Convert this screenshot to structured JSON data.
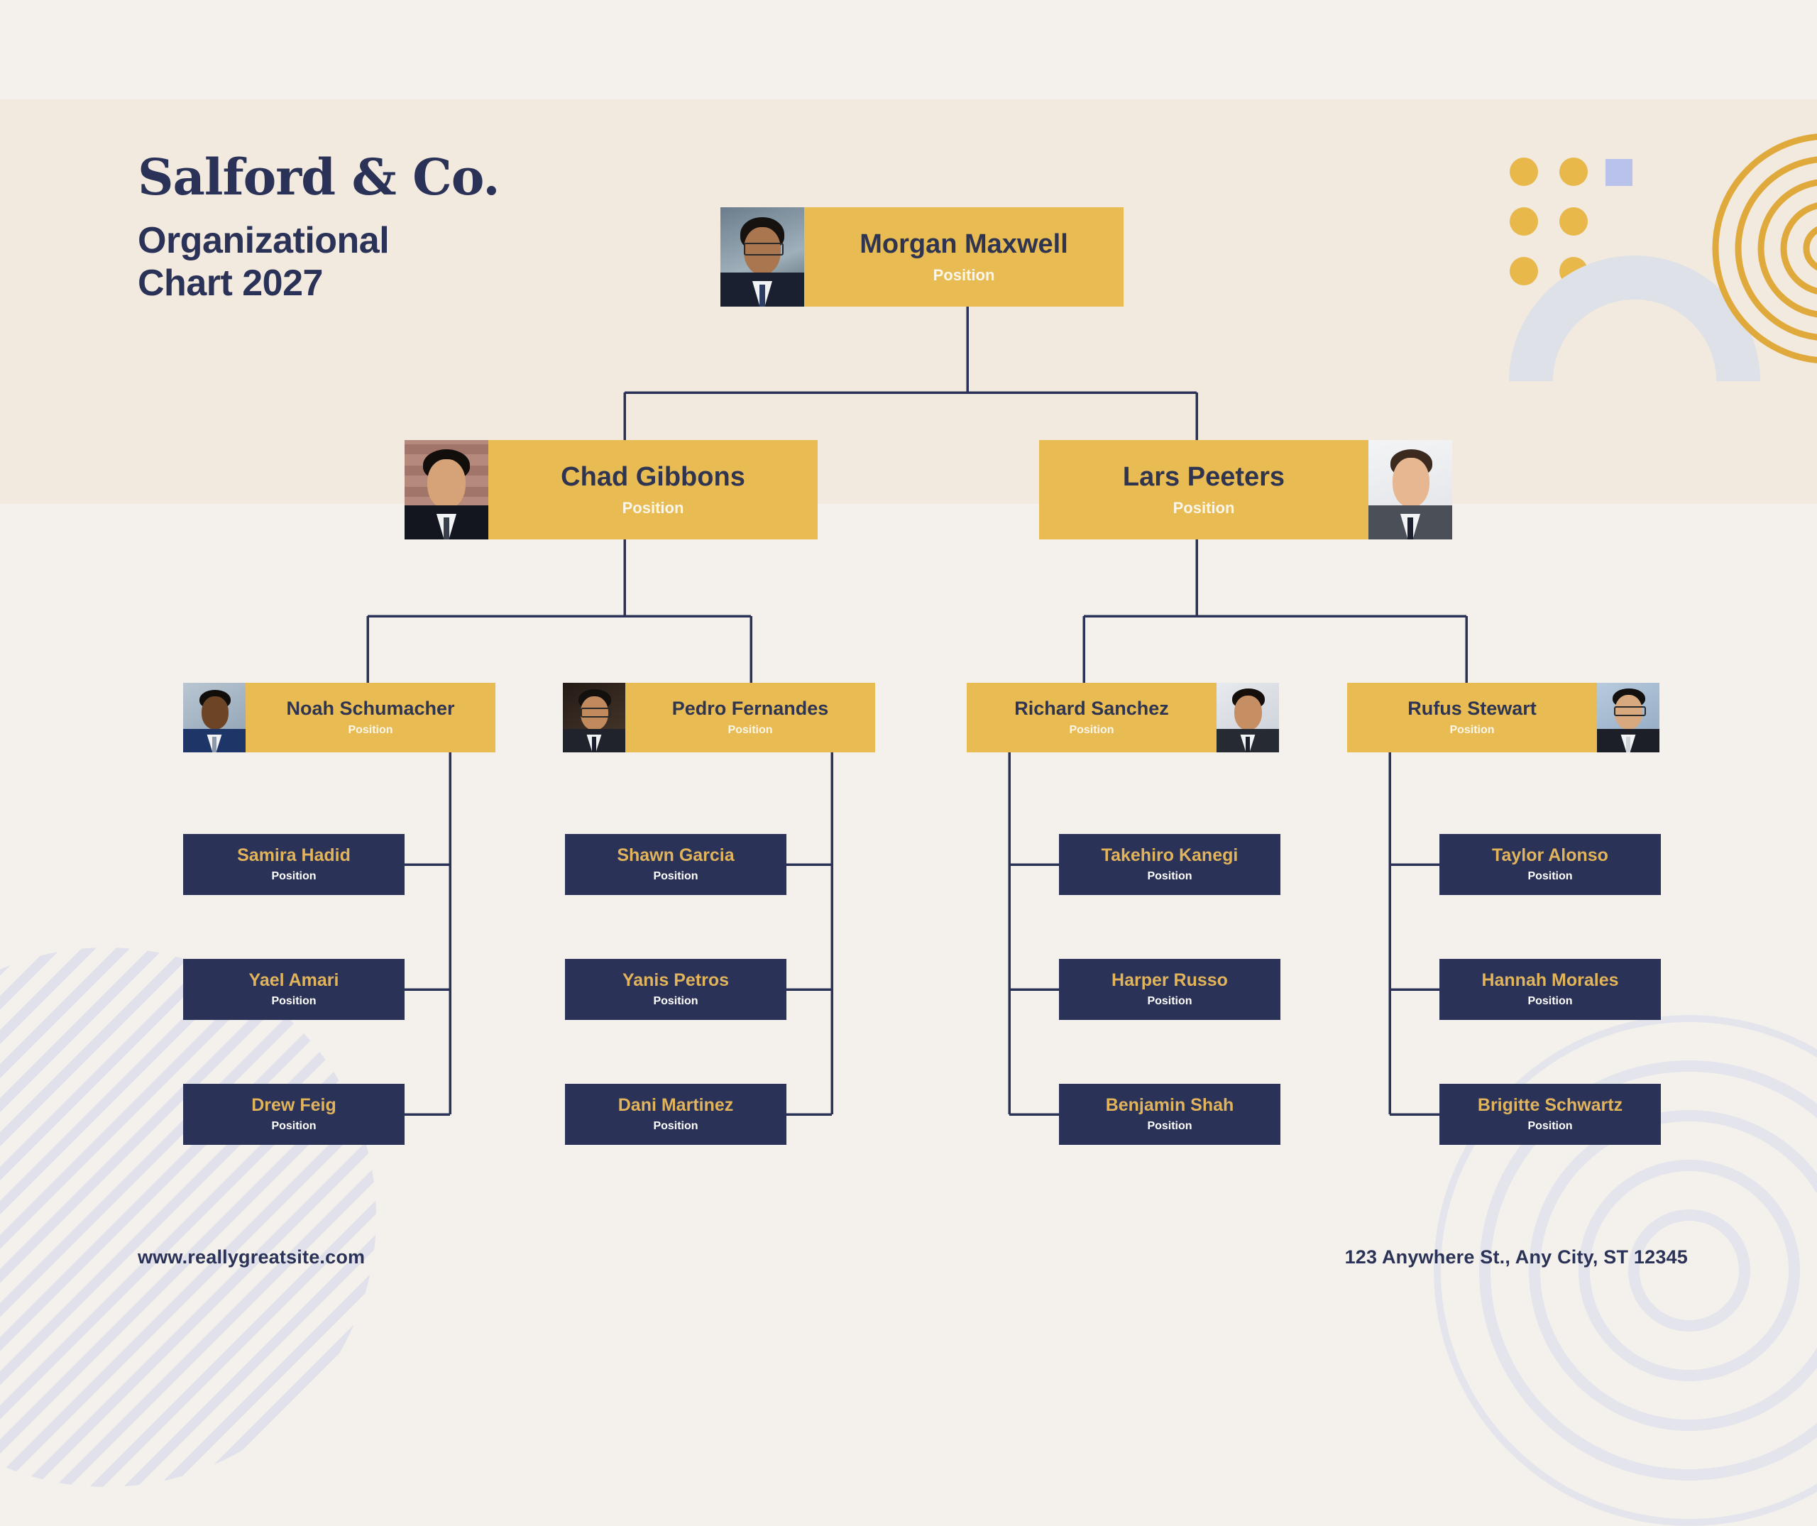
{
  "header": {
    "brand": "Salford & Co.",
    "subtitle_line1": "Organizational",
    "subtitle_line2": "Chart 2027"
  },
  "footer": {
    "website": "www.reallygreatsite.com",
    "address": "123 Anywhere St., Any City, ST 12345"
  },
  "colors": {
    "page_background": "#f4f1ec",
    "band_background": "#f2eade",
    "gold": "#e8bc53",
    "navy": "#2b3257",
    "leaf_name_gold": "#e1b45c",
    "connector": "#2b3257",
    "deco_blue_square": "#b8c2ea",
    "deco_gray": "#dfe1e8"
  },
  "chart_data": {
    "type": "org-chart",
    "title": "Salford & Co. Organizational Chart 2027",
    "position_label": "Position",
    "levels": 4,
    "nodes": [
      {
        "id": "morgan",
        "name": "Morgan Maxwell",
        "position": "Position",
        "level": 1,
        "style": "gold",
        "photo": "left",
        "parent": null
      },
      {
        "id": "chad",
        "name": "Chad Gibbons",
        "position": "Position",
        "level": 2,
        "style": "gold",
        "photo": "left",
        "parent": "morgan"
      },
      {
        "id": "lars",
        "name": "Lars Peeters",
        "position": "Position",
        "level": 2,
        "style": "gold",
        "photo": "right",
        "parent": "morgan"
      },
      {
        "id": "noah",
        "name": "Noah Schumacher",
        "position": "Position",
        "level": 3,
        "style": "gold",
        "photo": "left",
        "parent": "chad"
      },
      {
        "id": "pedro",
        "name": "Pedro Fernandes",
        "position": "Position",
        "level": 3,
        "style": "gold",
        "photo": "left",
        "parent": "chad"
      },
      {
        "id": "richard",
        "name": "Richard Sanchez",
        "position": "Position",
        "level": 3,
        "style": "gold",
        "photo": "right",
        "parent": "lars"
      },
      {
        "id": "rufus",
        "name": "Rufus Stewart",
        "position": "Position",
        "level": 3,
        "style": "gold",
        "photo": "right",
        "parent": "lars"
      },
      {
        "id": "samira",
        "name": "Samira Hadid",
        "position": "Position",
        "level": 4,
        "style": "navy",
        "photo": null,
        "parent": "noah"
      },
      {
        "id": "yael",
        "name": "Yael Amari",
        "position": "Position",
        "level": 4,
        "style": "navy",
        "photo": null,
        "parent": "noah"
      },
      {
        "id": "drew",
        "name": "Drew Feig",
        "position": "Position",
        "level": 4,
        "style": "navy",
        "photo": null,
        "parent": "noah"
      },
      {
        "id": "shawn",
        "name": "Shawn Garcia",
        "position": "Position",
        "level": 4,
        "style": "navy",
        "photo": null,
        "parent": "pedro"
      },
      {
        "id": "yanis",
        "name": "Yanis Petros",
        "position": "Position",
        "level": 4,
        "style": "navy",
        "photo": null,
        "parent": "pedro"
      },
      {
        "id": "dani",
        "name": "Dani Martinez",
        "position": "Position",
        "level": 4,
        "style": "navy",
        "photo": null,
        "parent": "pedro"
      },
      {
        "id": "take",
        "name": "Takehiro Kanegi",
        "position": "Position",
        "level": 4,
        "style": "navy",
        "photo": null,
        "parent": "richard"
      },
      {
        "id": "harper",
        "name": "Harper Russo",
        "position": "Position",
        "level": 4,
        "style": "navy",
        "photo": null,
        "parent": "richard"
      },
      {
        "id": "benjamin",
        "name": "Benjamin Shah",
        "position": "Position",
        "level": 4,
        "style": "navy",
        "photo": null,
        "parent": "rufus2"
      },
      {
        "id": "taylor",
        "name": "Taylor Alonso",
        "position": "Position",
        "level": 4,
        "style": "navy",
        "photo": null,
        "parent": "rufus"
      },
      {
        "id": "hannah",
        "name": "Hannah Morales",
        "position": "Position",
        "level": 4,
        "style": "navy",
        "photo": null,
        "parent": "rufus"
      },
      {
        "id": "brigitte",
        "name": "Brigitte Schwartz",
        "position": "Position",
        "level": 4,
        "style": "navy",
        "photo": null,
        "parent": "rufus"
      }
    ]
  },
  "nodes": {
    "morgan": {
      "name": "Morgan Maxwell",
      "position": "Position"
    },
    "chad": {
      "name": "Chad Gibbons",
      "position": "Position"
    },
    "lars": {
      "name": "Lars Peeters",
      "position": "Position"
    },
    "noah": {
      "name": "Noah Schumacher",
      "position": "Position"
    },
    "pedro": {
      "name": "Pedro Fernandes",
      "position": "Position"
    },
    "richard": {
      "name": "Richard Sanchez",
      "position": "Position"
    },
    "rufus": {
      "name": "Rufus Stewart",
      "position": "Position"
    },
    "samira": {
      "name": "Samira Hadid",
      "position": "Position"
    },
    "yael": {
      "name": "Yael Amari",
      "position": "Position"
    },
    "drew": {
      "name": "Drew Feig",
      "position": "Position"
    },
    "shawn": {
      "name": "Shawn Garcia",
      "position": "Position"
    },
    "yanis": {
      "name": "Yanis Petros",
      "position": "Position"
    },
    "dani": {
      "name": "Dani Martinez",
      "position": "Position"
    },
    "take": {
      "name": "Takehiro Kanegi",
      "position": "Position"
    },
    "harper": {
      "name": "Harper Russo",
      "position": "Position"
    },
    "benjamin": {
      "name": "Benjamin Shah",
      "position": "Position"
    },
    "taylor": {
      "name": "Taylor Alonso",
      "position": "Position"
    },
    "hannah": {
      "name": "Hannah Morales",
      "position": "Position"
    },
    "brigitte": {
      "name": "Brigitte Schwartz",
      "position": "Position"
    }
  }
}
